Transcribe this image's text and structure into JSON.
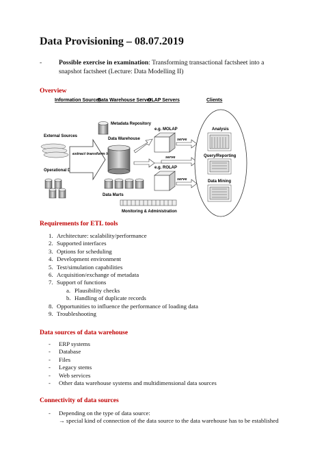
{
  "title": "Data Provisioning – 08.07.2019",
  "intro": {
    "bold": "Possible exercise in examination",
    "text": ": Transforming transactional factsheet into a snapshot factsheet (Lecture: Data Modelling II)"
  },
  "overview": {
    "heading": "Overview",
    "diagram": {
      "col_information_sources": "Information Sources",
      "col_dwh_server": "Data Warehouse Server",
      "col_olap": "OLAP Servers",
      "col_clients": "Clients",
      "external_sources": "External Sources",
      "operational_dbs": "Operational DB's",
      "etl_arrow": "extract transform load refresh",
      "metadata_repository": "Metadata Repository",
      "data_warehouse": "Data Warehouse",
      "data_marts": "Data Marts",
      "molap": "e.g. MOLAP",
      "rolap": "e.g. ROLAP",
      "serve": "serve",
      "analysis": "Analysis",
      "query_reporting": "Query/Reporting",
      "data_mining": "Data Mining",
      "monitoring": "Monitoring & Administration"
    }
  },
  "etl": {
    "heading": "Requirements for ETL tools",
    "items": [
      {
        "num": "1.",
        "text": "Architecture: scalability/performance"
      },
      {
        "num": "2.",
        "text": "Supported interfaces"
      },
      {
        "num": "3.",
        "text": "Options for scheduling"
      },
      {
        "num": "4.",
        "text": "Development environment"
      },
      {
        "num": "5.",
        "text": "Test/simulation capabilities"
      },
      {
        "num": "6.",
        "text": "Acquisition/exchange of metadata"
      },
      {
        "num": "7.",
        "text": "Support of functions"
      },
      {
        "num": "8.",
        "text": "Opportunities to influence the performance of loading data"
      },
      {
        "num": "9.",
        "text": "Troubleshooting"
      }
    ],
    "subitems": [
      {
        "num": "a.",
        "text": "Plausibility checks"
      },
      {
        "num": "b.",
        "text": "Handling of duplicate records"
      }
    ]
  },
  "sources": {
    "heading": "Data sources of data warehouse",
    "items": [
      "ERP systems",
      "Database",
      "Files",
      "Legacy stems",
      "Web services",
      "Other data warehouse systems and multidimensional data sources"
    ]
  },
  "connectivity": {
    "heading": "Connectivity of data sources",
    "item": "Depending on the type of data source:",
    "subitem": "special kind of connection of the data source to the data warehouse has to be established",
    "arrow": "→"
  }
}
